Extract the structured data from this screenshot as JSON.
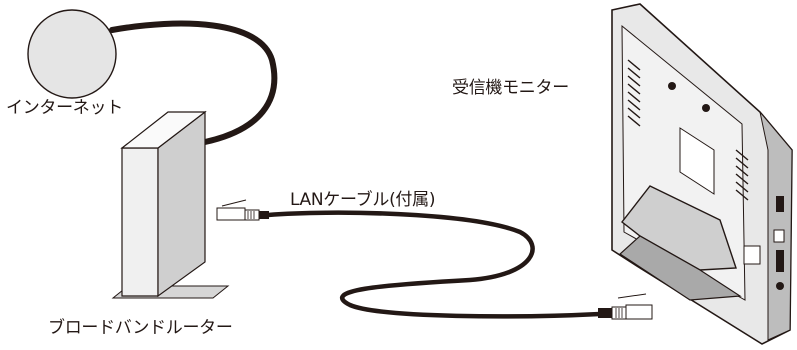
{
  "labels": {
    "internet": "インターネット",
    "monitor": "受信機モニター",
    "cable": "LANケーブル(付属)",
    "router": "ブロードバンドルーター"
  }
}
